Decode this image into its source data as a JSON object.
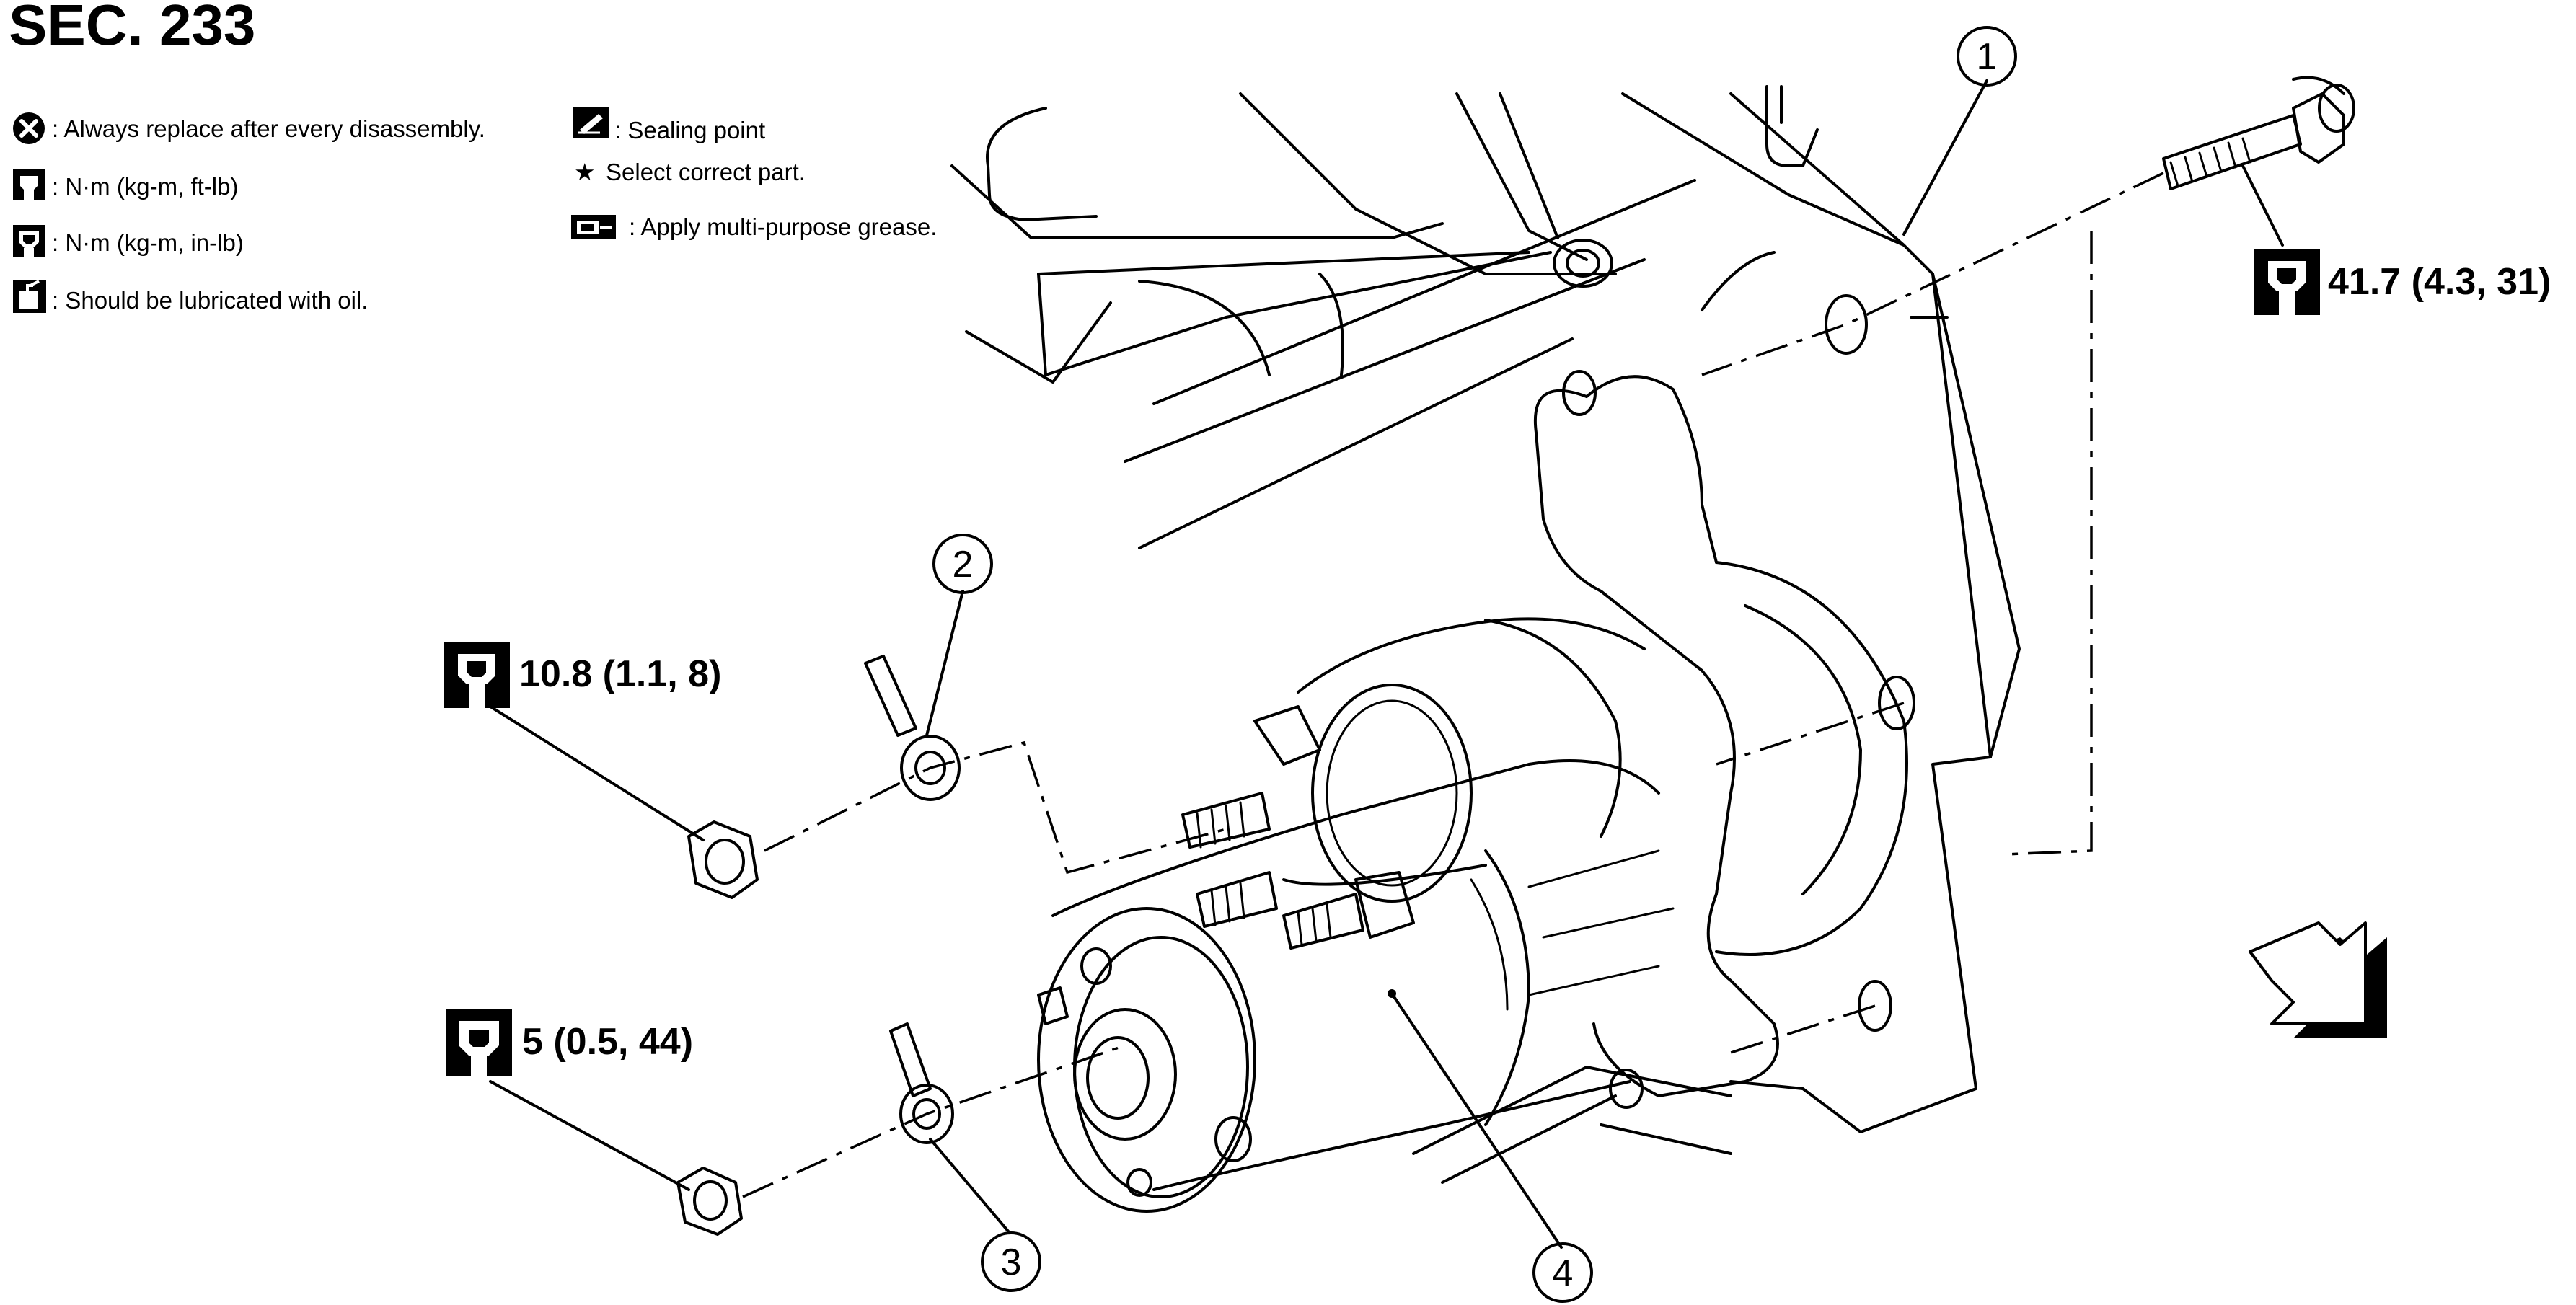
{
  "section_title": "SEC. 233",
  "legend": {
    "always_replace": ": Always replace after every disassembly.",
    "torque_ft_lb": ": N·m (kg-m, ft-lb)",
    "torque_in_lb": ": N·m (kg-m, in-lb)",
    "lubricate_oil": ": Should be lubricated with oil.",
    "sealing_point": ": Sealing point",
    "select_part": "Select correct part.",
    "star_symbol": "★",
    "apply_grease": ": Apply multi-purpose grease."
  },
  "torques": {
    "bolt": "41.7 (4.3, 31)",
    "upper_nut": "10.8 (1.1, 8)",
    "lower_nut": "5 (0.5, 44)"
  },
  "callouts": [
    "1",
    "2",
    "3",
    "4"
  ],
  "icons": {
    "replace": "x-circle-icon",
    "torque_wrench": "torque-wrench-icon",
    "torque_wrench_filled": "torque-wrench-filled-icon",
    "oil_can": "oil-can-icon",
    "sealant": "sealant-icon",
    "grease": "grease-gun-icon",
    "front_arrow": "front-direction-arrow-icon"
  }
}
